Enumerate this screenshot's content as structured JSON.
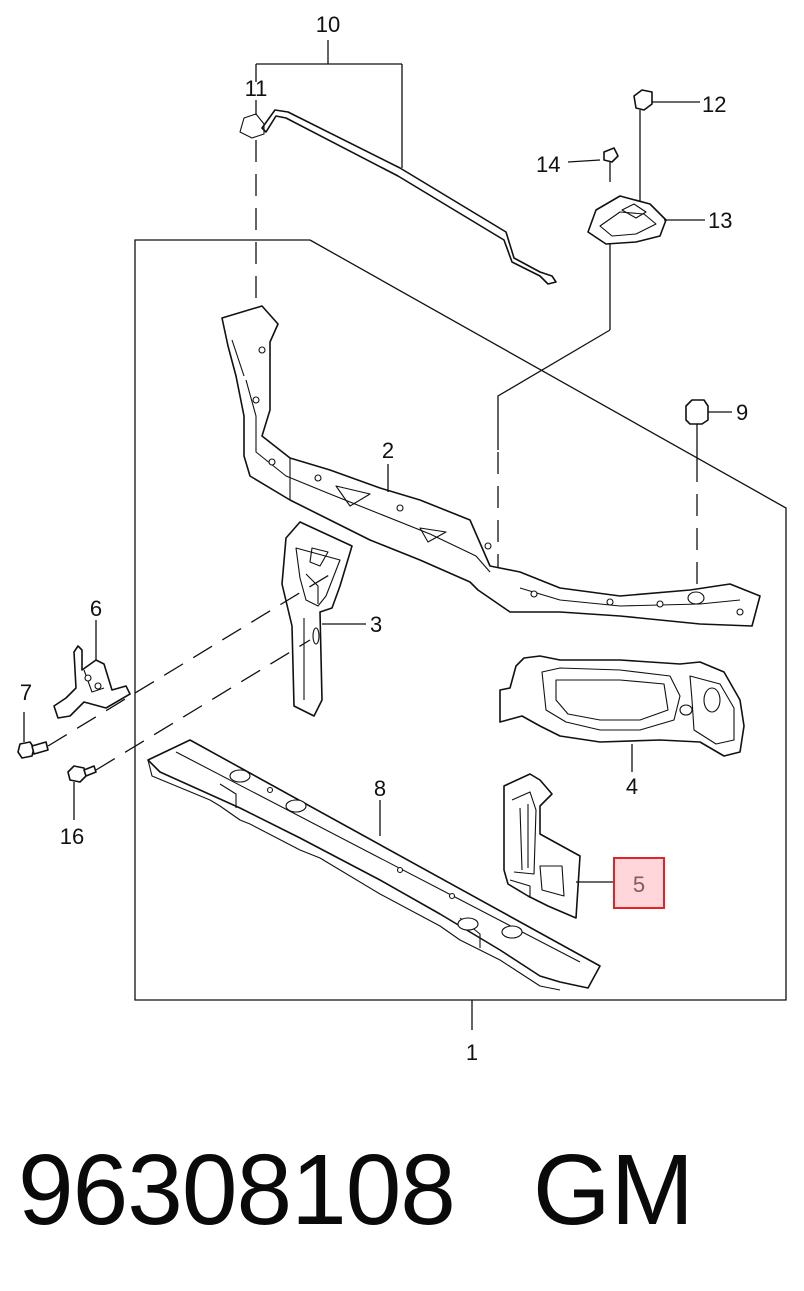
{
  "callouts": {
    "c1": "1",
    "c2": "2",
    "c3": "3",
    "c4": "4",
    "c5": "5",
    "c6": "6",
    "c7": "7",
    "c8": "8",
    "c9": "9",
    "c10": "10",
    "c11": "11",
    "c12": "12",
    "c13": "13",
    "c14": "14",
    "c16": "16"
  },
  "highlight": {
    "callout": "5",
    "border_color": "#e0242a",
    "fill_color": "#ffd6d9"
  },
  "footer": {
    "part_number": "96308108",
    "brand": "GM"
  }
}
